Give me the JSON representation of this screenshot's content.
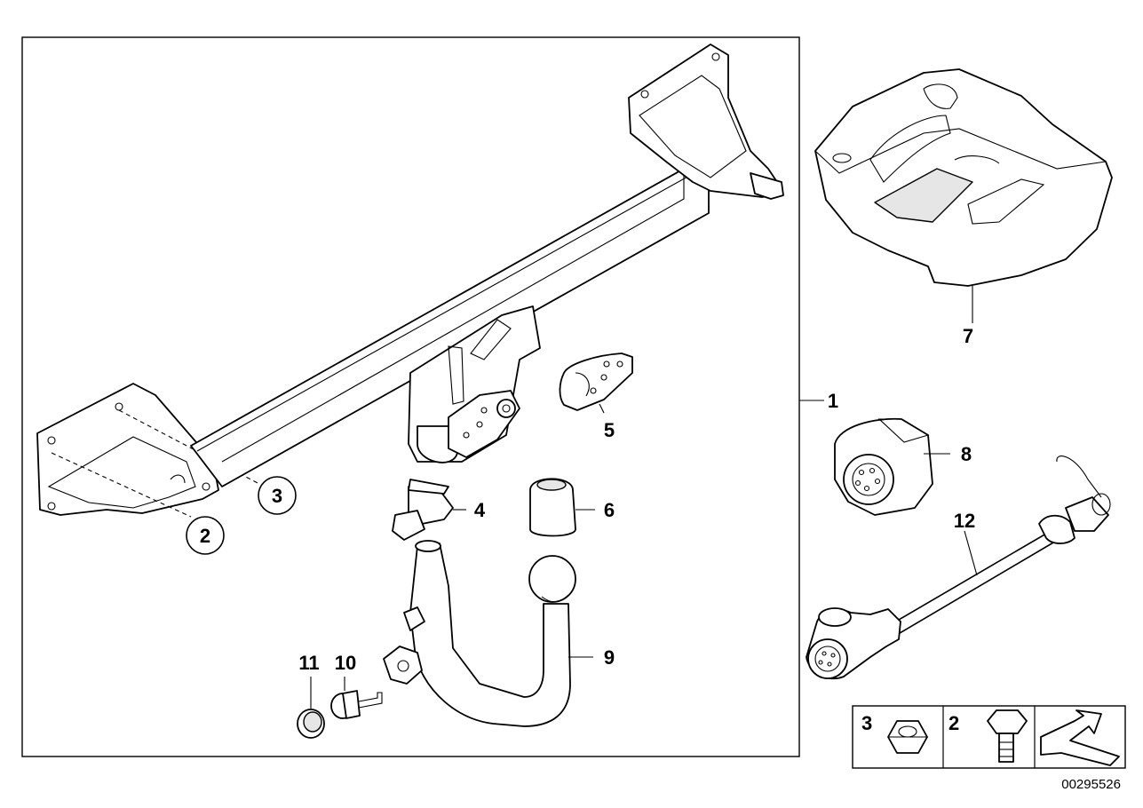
{
  "labels": {
    "l1": "1",
    "l2": "2",
    "l3": "3",
    "l4": "4",
    "l5": "5",
    "l6": "6",
    "l7": "7",
    "l8": "8",
    "l9": "9",
    "l10": "10",
    "l11": "11",
    "l12": "12"
  },
  "legend": {
    "item_a": "3",
    "item_b": "2"
  },
  "reference_number": "00295526"
}
